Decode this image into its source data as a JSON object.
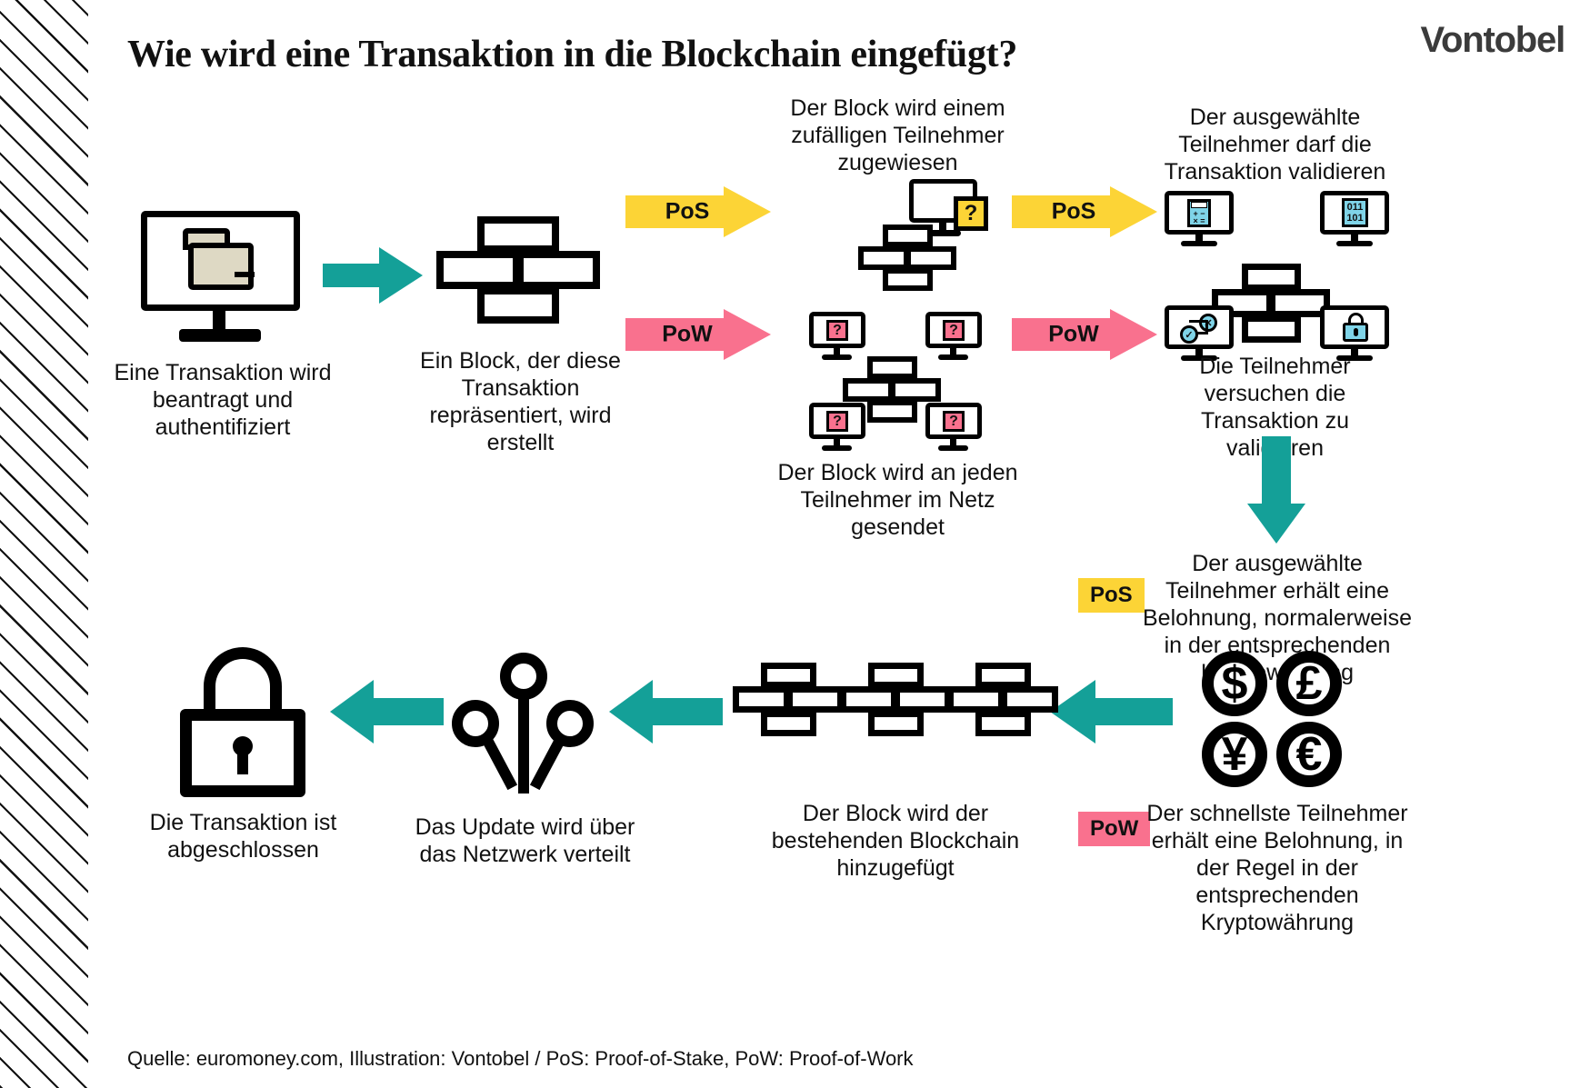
{
  "header": {
    "title": "Wie wird eine Transaktion in die Blockchain eingefügt?",
    "logo": "Vontobel"
  },
  "colors": {
    "teal": "#14A098",
    "yellow": "#FCD436",
    "pink": "#F9718E",
    "cyan": "#7FD4E8",
    "wallet_beige": "#DED9C4",
    "black": "#111111",
    "logo_gray": "#3B3B3B"
  },
  "steps": {
    "step1_caption": "Eine Transaktion wird beantragt und authentifiziert",
    "step2_caption": "Ein Block, der diese Transaktion repräsentiert, wird erstellt",
    "pos_branch_caption": "Der Block wird einem zufälligen Teilnehmer zugewiesen",
    "pow_branch_caption": "Der Block wird an jeden Teilnehmer im Netz gesendet",
    "pos_validate_caption": "Der ausgewählte Teilnehmer darf die Transaktion validieren",
    "pow_validate_caption": "Die Teilnehmer versuchen die Transaktion zu validieren",
    "pos_reward_caption": "Der ausgewählte Teilnehmer erhält eine Belohnung, normalerweise in der entsprechenden Kryptowährung",
    "pow_reward_caption": "Der schnellste Teilnehmer erhält eine Belohnung, in der Regel in der entsprechenden Kryptowährung",
    "chain_caption": "Der Block wird der bestehenden Blockchain hinzugefügt",
    "network_caption": "Das Update wird über das Netzwerk verteilt",
    "final_caption": "Die Transaktion ist abgeschlossen"
  },
  "labels": {
    "pos": "PoS",
    "pow": "PoW",
    "question": "?",
    "binary_top": "011",
    "binary_bottom": "101",
    "calc_glyph": "+ −\n× =",
    "check": "✓",
    "cross": "✕",
    "lock_glyph": "🔒"
  },
  "coins": {
    "dollar": "$",
    "pound": "£",
    "yen": "¥",
    "euro": "€"
  },
  "footer": {
    "source": "Quelle: euromoney.com, Illustration: Vontobel / PoS: Proof-of-Stake, PoW: Proof-of-Work"
  }
}
